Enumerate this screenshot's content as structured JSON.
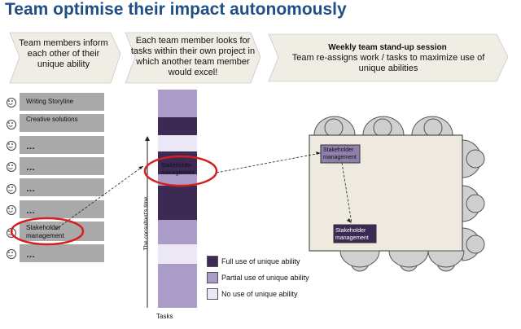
{
  "title": "Team optimise their impact autonomously",
  "steps": [
    {
      "text": "Team members inform each other of their unique ability"
    },
    {
      "text": "Each team member looks for tasks within their own project in which another team member would excel!"
    },
    {
      "title": "Weekly team stand-up session",
      "text": "Team re-assigns work / tasks to maximize use of unique abilities"
    }
  ],
  "left_boxes": [
    {
      "label": "Writing Storyline"
    },
    {
      "label": "Creative solutions"
    },
    {
      "label": "…"
    },
    {
      "label": "…"
    },
    {
      "label": "…"
    },
    {
      "label": "…"
    },
    {
      "label": "Stakeholder management"
    },
    {
      "label": "…"
    }
  ],
  "bar": {
    "y_axis_label": "The consultant's time",
    "x_axis_label": "Tasks",
    "segments": [
      {
        "level": "partial"
      },
      {
        "level": "full"
      },
      {
        "level": "none"
      },
      {
        "level": "full"
      },
      {
        "level": "partial"
      },
      {
        "level": "full"
      },
      {
        "level": "partial"
      },
      {
        "level": "none"
      },
      {
        "level": "partial"
      }
    ],
    "highlight_label": "Stakeholder management"
  },
  "legend": [
    {
      "label": "Full use of unique ability",
      "color": "#3c2a54"
    },
    {
      "label": "Partial use of unique ability",
      "color": "#ab9bc8"
    },
    {
      "label": "No use of unique ability",
      "color": "#ece7f4"
    }
  ],
  "table": {
    "card_top": "Stakeholder management",
    "card_bottom": "Stakeholder management"
  },
  "colors": {
    "title": "#1f4f86",
    "highlight_ellipse": "#d61f1f",
    "step_fill": "#f0ede4"
  }
}
